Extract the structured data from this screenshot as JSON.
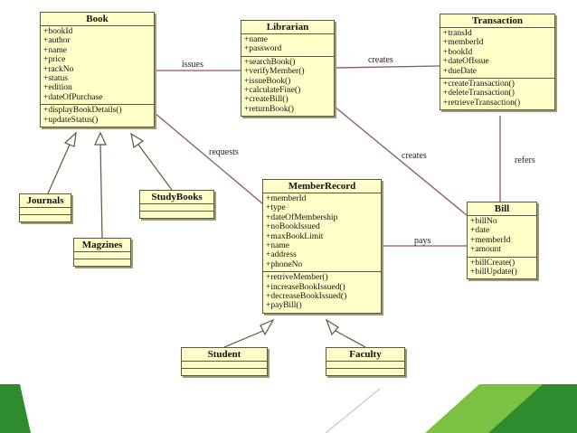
{
  "classes": {
    "book": {
      "name": "Book",
      "attributes": [
        "+bookId",
        "+author",
        "+name",
        "+price",
        "+rackNo",
        "+status",
        "+edition",
        "+dateOfPurchase"
      ],
      "methods": [
        "+displayBookDetails()",
        "+updateStatus()"
      ]
    },
    "librarian": {
      "name": "Librarian",
      "attributes": [
        "+name",
        "+password"
      ],
      "methods": [
        "+searchBook()",
        "+verifyMember()",
        "+issueBook()",
        "+calculateFine()",
        "+createBill()",
        "+returnBook()"
      ]
    },
    "transaction": {
      "name": "Transaction",
      "attributes": [
        "+transId",
        "+memberId",
        "+bookId",
        "+dateOfIssue",
        "+dueDate"
      ],
      "methods": [
        "+createTransaction()",
        "+deleteTransaction()",
        "+retrieveTransaction()"
      ]
    },
    "member_record": {
      "name": "MemberRecord",
      "attributes": [
        "+memberId",
        "+type",
        "+dateOfMembership",
        "+noBookIssued",
        "+maxBookLimit",
        "+name",
        "+address",
        "+phoneNo"
      ],
      "methods": [
        "+retriveMember()",
        "+increaseBookIssued()",
        "+decreaseBookIssued()",
        "+payBill()"
      ]
    },
    "bill": {
      "name": "Bill",
      "attributes": [
        "+billNo",
        "+date",
        "+memberId",
        "+amount"
      ],
      "methods": [
        "+billCreate()",
        "+billUpdate()"
      ]
    },
    "journals": {
      "name": "Journals"
    },
    "magzines": {
      "name": "Magzines"
    },
    "study_books": {
      "name": "StudyBooks"
    },
    "student": {
      "name": "Student"
    },
    "faculty": {
      "name": "Faculty"
    }
  },
  "relations": {
    "issues": "issues",
    "creates_top": "creates",
    "creates_mid": "creates",
    "requests": "requests",
    "refers": "refers",
    "pays": "pays"
  },
  "colors": {
    "class_fill": "#ffffc8",
    "class_border": "#5a5a3c",
    "connector": "#8a5a5a",
    "footer_dark_green": "#2e8b2e",
    "footer_light_green": "#7cc242"
  }
}
